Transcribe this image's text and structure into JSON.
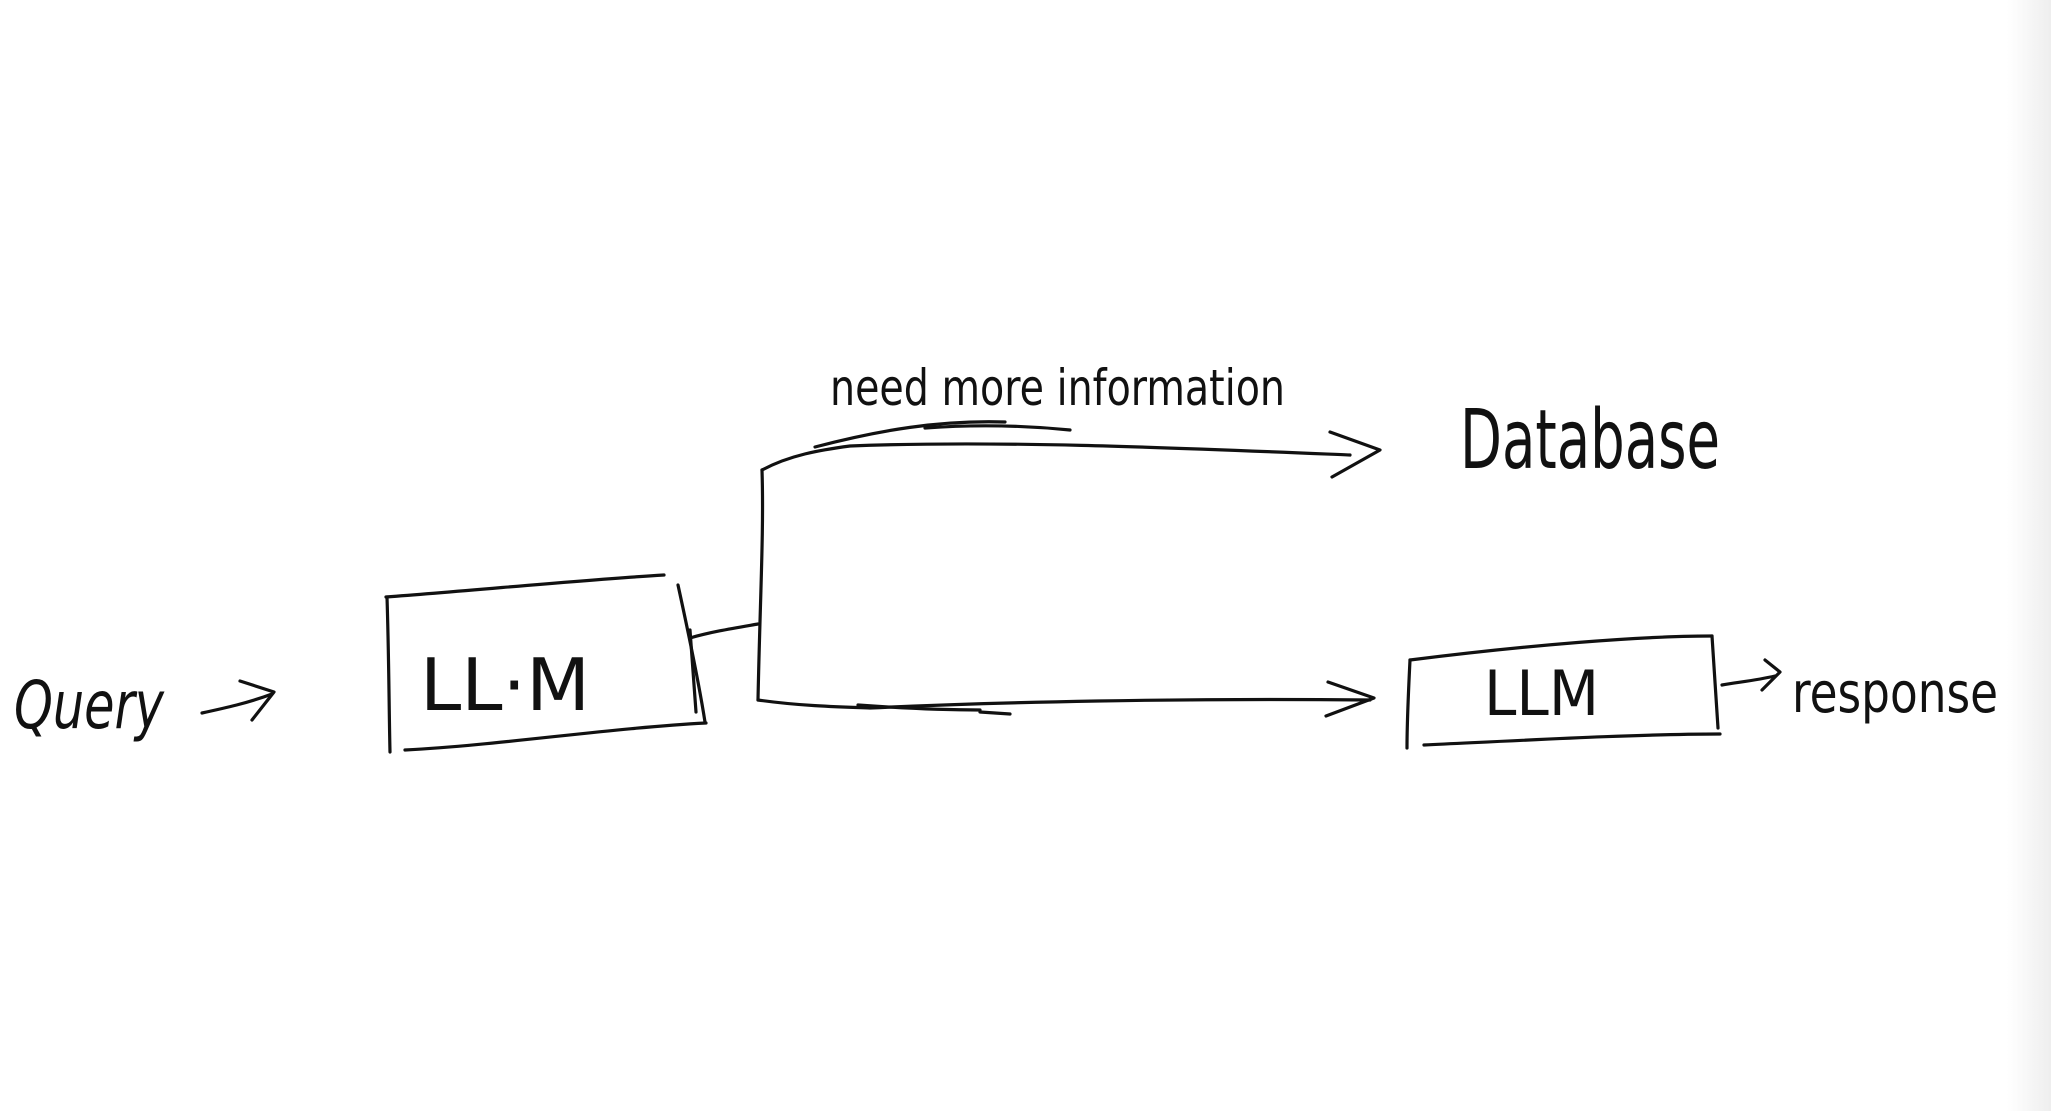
{
  "labels": {
    "input": "Query",
    "first_model": "LL·M",
    "branch_label": "need more information",
    "store": "Database",
    "second_model": "LLM",
    "output": "response"
  },
  "colors": {
    "ink": "#111111",
    "paper": "#ffffff"
  }
}
